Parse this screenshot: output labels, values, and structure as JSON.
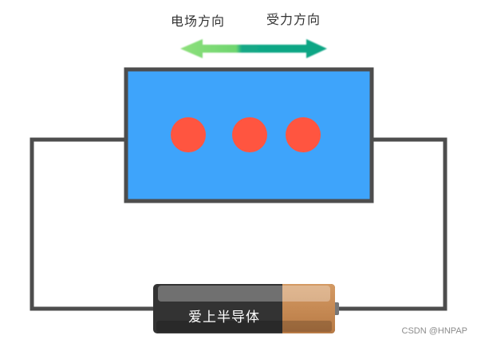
{
  "labels": {
    "field_direction": "电场方向",
    "force_direction": "受力方向"
  },
  "battery": {
    "label": "爱上半导体"
  },
  "watermark": "CSDN @HNPAP",
  "colors": {
    "semiconductor_fill": "#3ea4fb",
    "semiconductor_border": "#4d4d4d",
    "particle": "#ff5540",
    "wire": "#4d4d4d",
    "arrow_left": "#7ddc6f",
    "arrow_right": "#0ea584",
    "battery_body": "#333333",
    "battery_cap": "#c8874f"
  }
}
